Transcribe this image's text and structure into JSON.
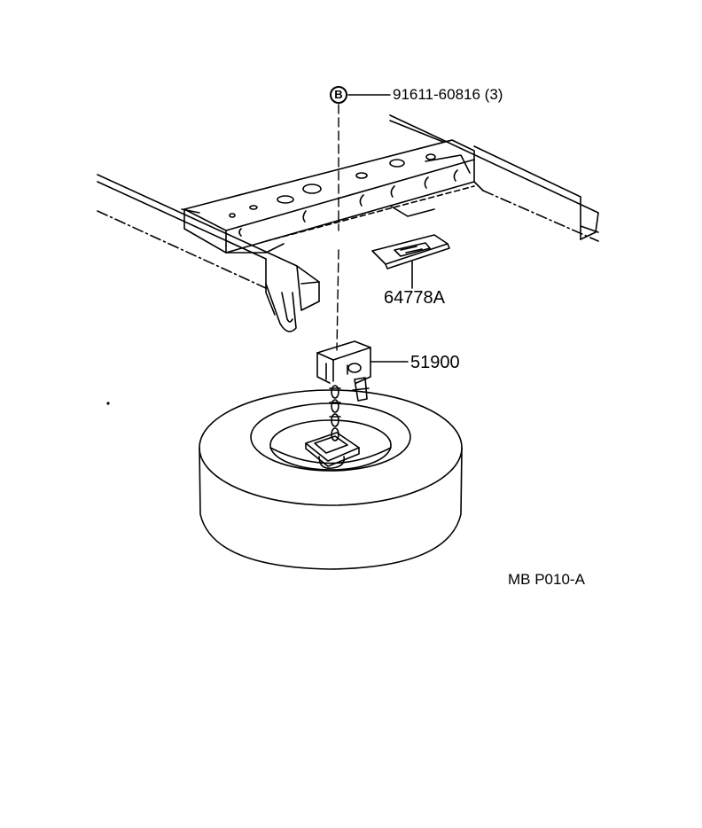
{
  "callouts": {
    "badge_letter": "B",
    "bolt_part": "91611-60816 (3)",
    "pad_part": "64778A",
    "carrier_part": "51900"
  },
  "diagram_code": "MB P010-A",
  "colors": {
    "line": "#000000",
    "background": "#ffffff"
  }
}
